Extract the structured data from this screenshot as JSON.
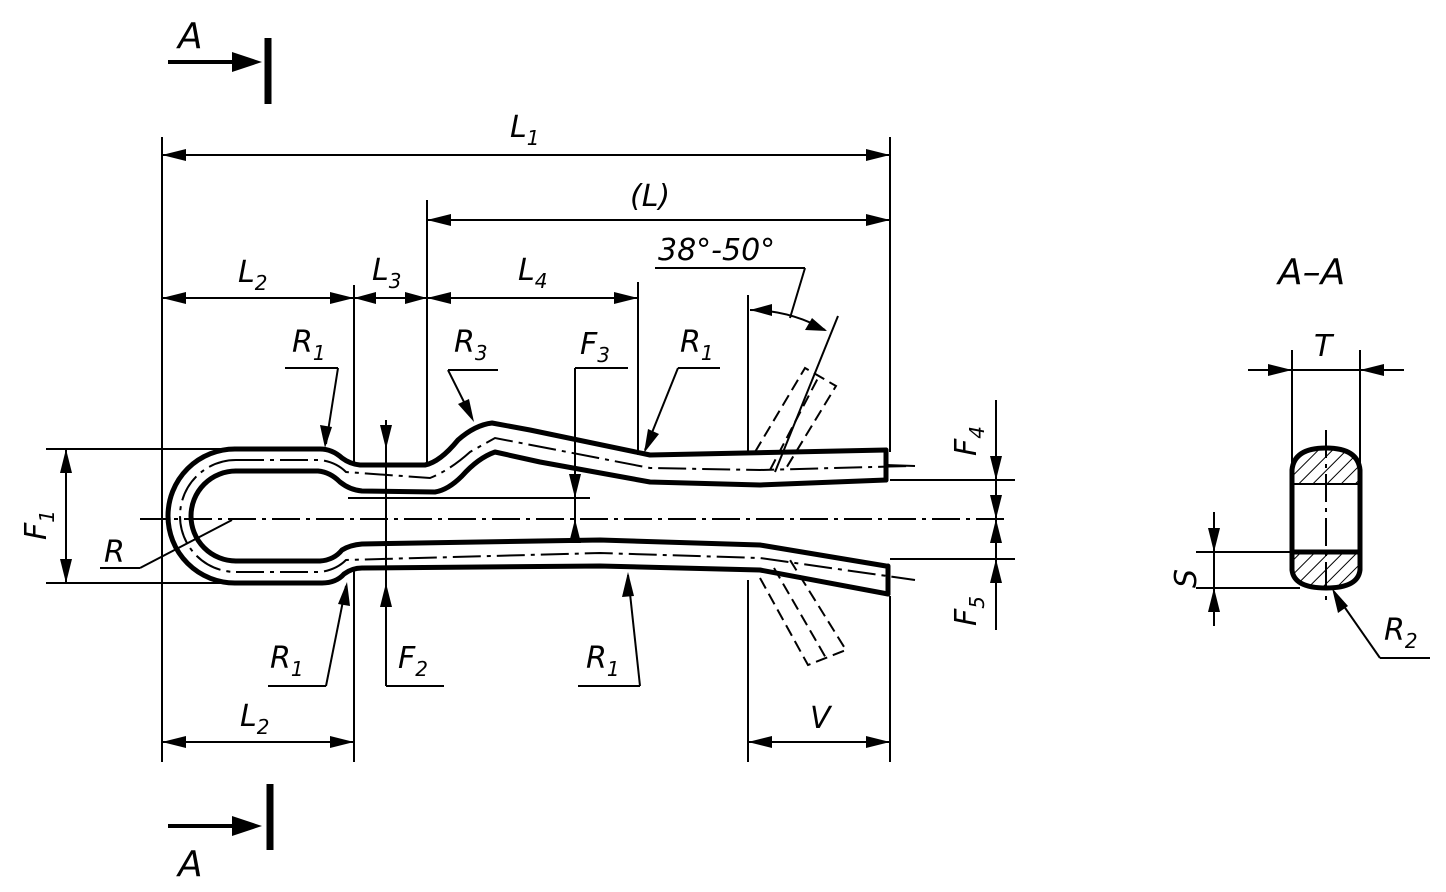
{
  "section_marker": {
    "letter": "A"
  },
  "section_view": {
    "title": "A–A",
    "labels": {
      "T": "T",
      "S": "S",
      "R2": {
        "base": "R",
        "sub": "2"
      }
    }
  },
  "dimensions": {
    "L1": {
      "base": "L",
      "sub": "1"
    },
    "L": "(L)",
    "L2": {
      "base": "L",
      "sub": "2"
    },
    "L3": {
      "base": "L",
      "sub": "3"
    },
    "L4": {
      "base": "L",
      "sub": "4"
    },
    "angle": "38°-50°",
    "V": "V",
    "F1": {
      "base": "F",
      "sub": "1"
    },
    "F2": {
      "base": "F",
      "sub": "2"
    },
    "F3": {
      "base": "F",
      "sub": "3"
    },
    "F4": {
      "base": "F",
      "sub": "4"
    },
    "F5": {
      "base": "F",
      "sub": "5"
    }
  },
  "radii": {
    "R": "R",
    "R1": {
      "base": "R",
      "sub": "1"
    },
    "R3": {
      "base": "R",
      "sub": "3"
    }
  }
}
